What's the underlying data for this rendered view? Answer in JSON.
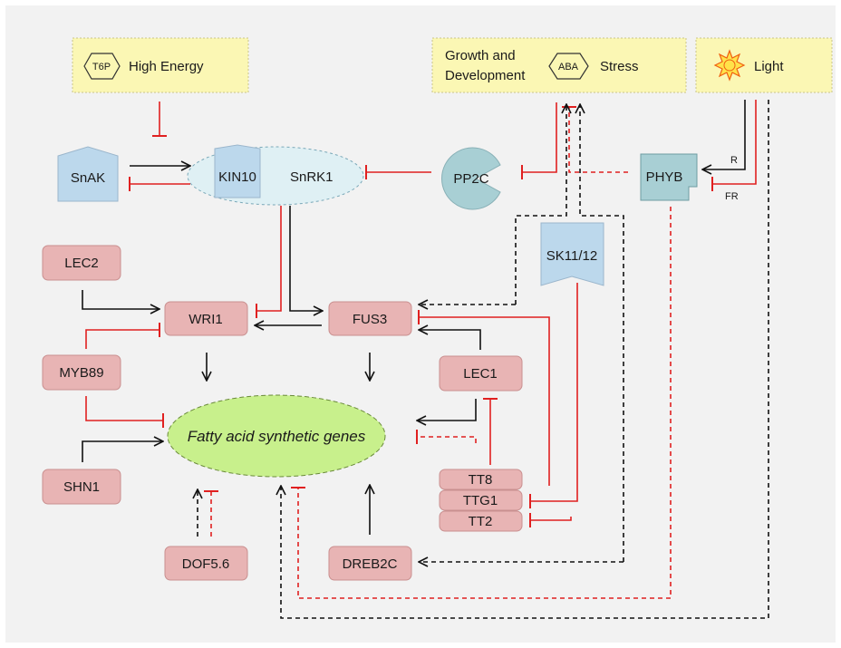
{
  "signals": {
    "t6p": "T6P",
    "high_energy": "High Energy",
    "growth_line1": "Growth and",
    "growth_line2": "Development",
    "aba": "ABA",
    "stress": "Stress",
    "light": "Light"
  },
  "kinases": {
    "snak": "SnAK",
    "kin10": "KIN10",
    "snrk1": "SnRK1",
    "pp2c": "PP2C",
    "phyb": "PHYB",
    "sk11_12": "SK11/12"
  },
  "light_labels": {
    "r": "R",
    "fr": "FR"
  },
  "genes": {
    "lec2": "LEC2",
    "wri1": "WRI1",
    "fus3": "FUS3",
    "myb89": "MYB89",
    "lec1": "LEC1",
    "shn1": "SHN1",
    "tt8": "TT8",
    "ttg1": "TTG1",
    "tt2": "TT2",
    "dof56": "DOF5.6",
    "dreb2c": "DREB2C"
  },
  "target": "Fatty acid synthetic genes",
  "colors": {
    "activation": "#111111",
    "repression": "#e02020",
    "gene_box": "#e8b4b4",
    "signal_box": "#fbf7b4",
    "kinase": "#bcd8ec",
    "target": "#c8f08c"
  }
}
